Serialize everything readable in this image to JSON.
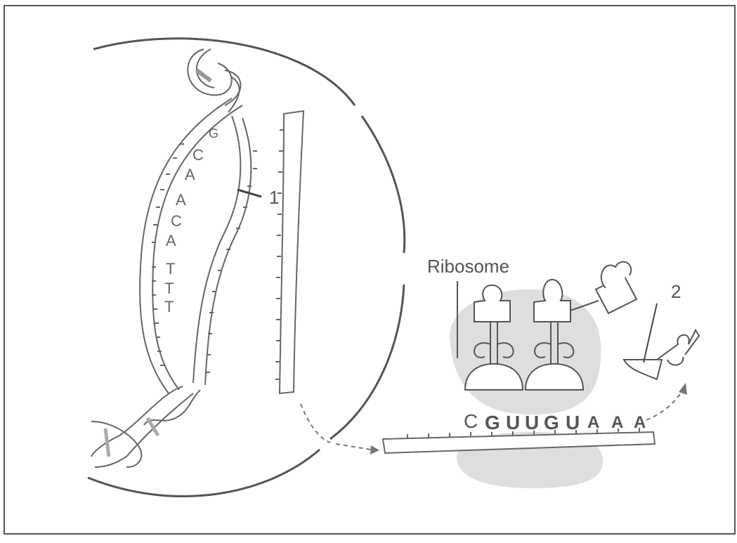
{
  "labels": {
    "marker_1": "1",
    "marker_2": "2",
    "ribosome": "Ribosome"
  },
  "dna_bases": [
    "G",
    "C",
    "A",
    "A",
    "C",
    "A",
    "T",
    "T",
    "T"
  ],
  "mrna_codons": [
    "C",
    "G",
    "U",
    "U",
    "G",
    "U",
    "A",
    "A",
    "A"
  ],
  "colors": {
    "line": "#555555",
    "ribosome": "#d6d6d6"
  }
}
